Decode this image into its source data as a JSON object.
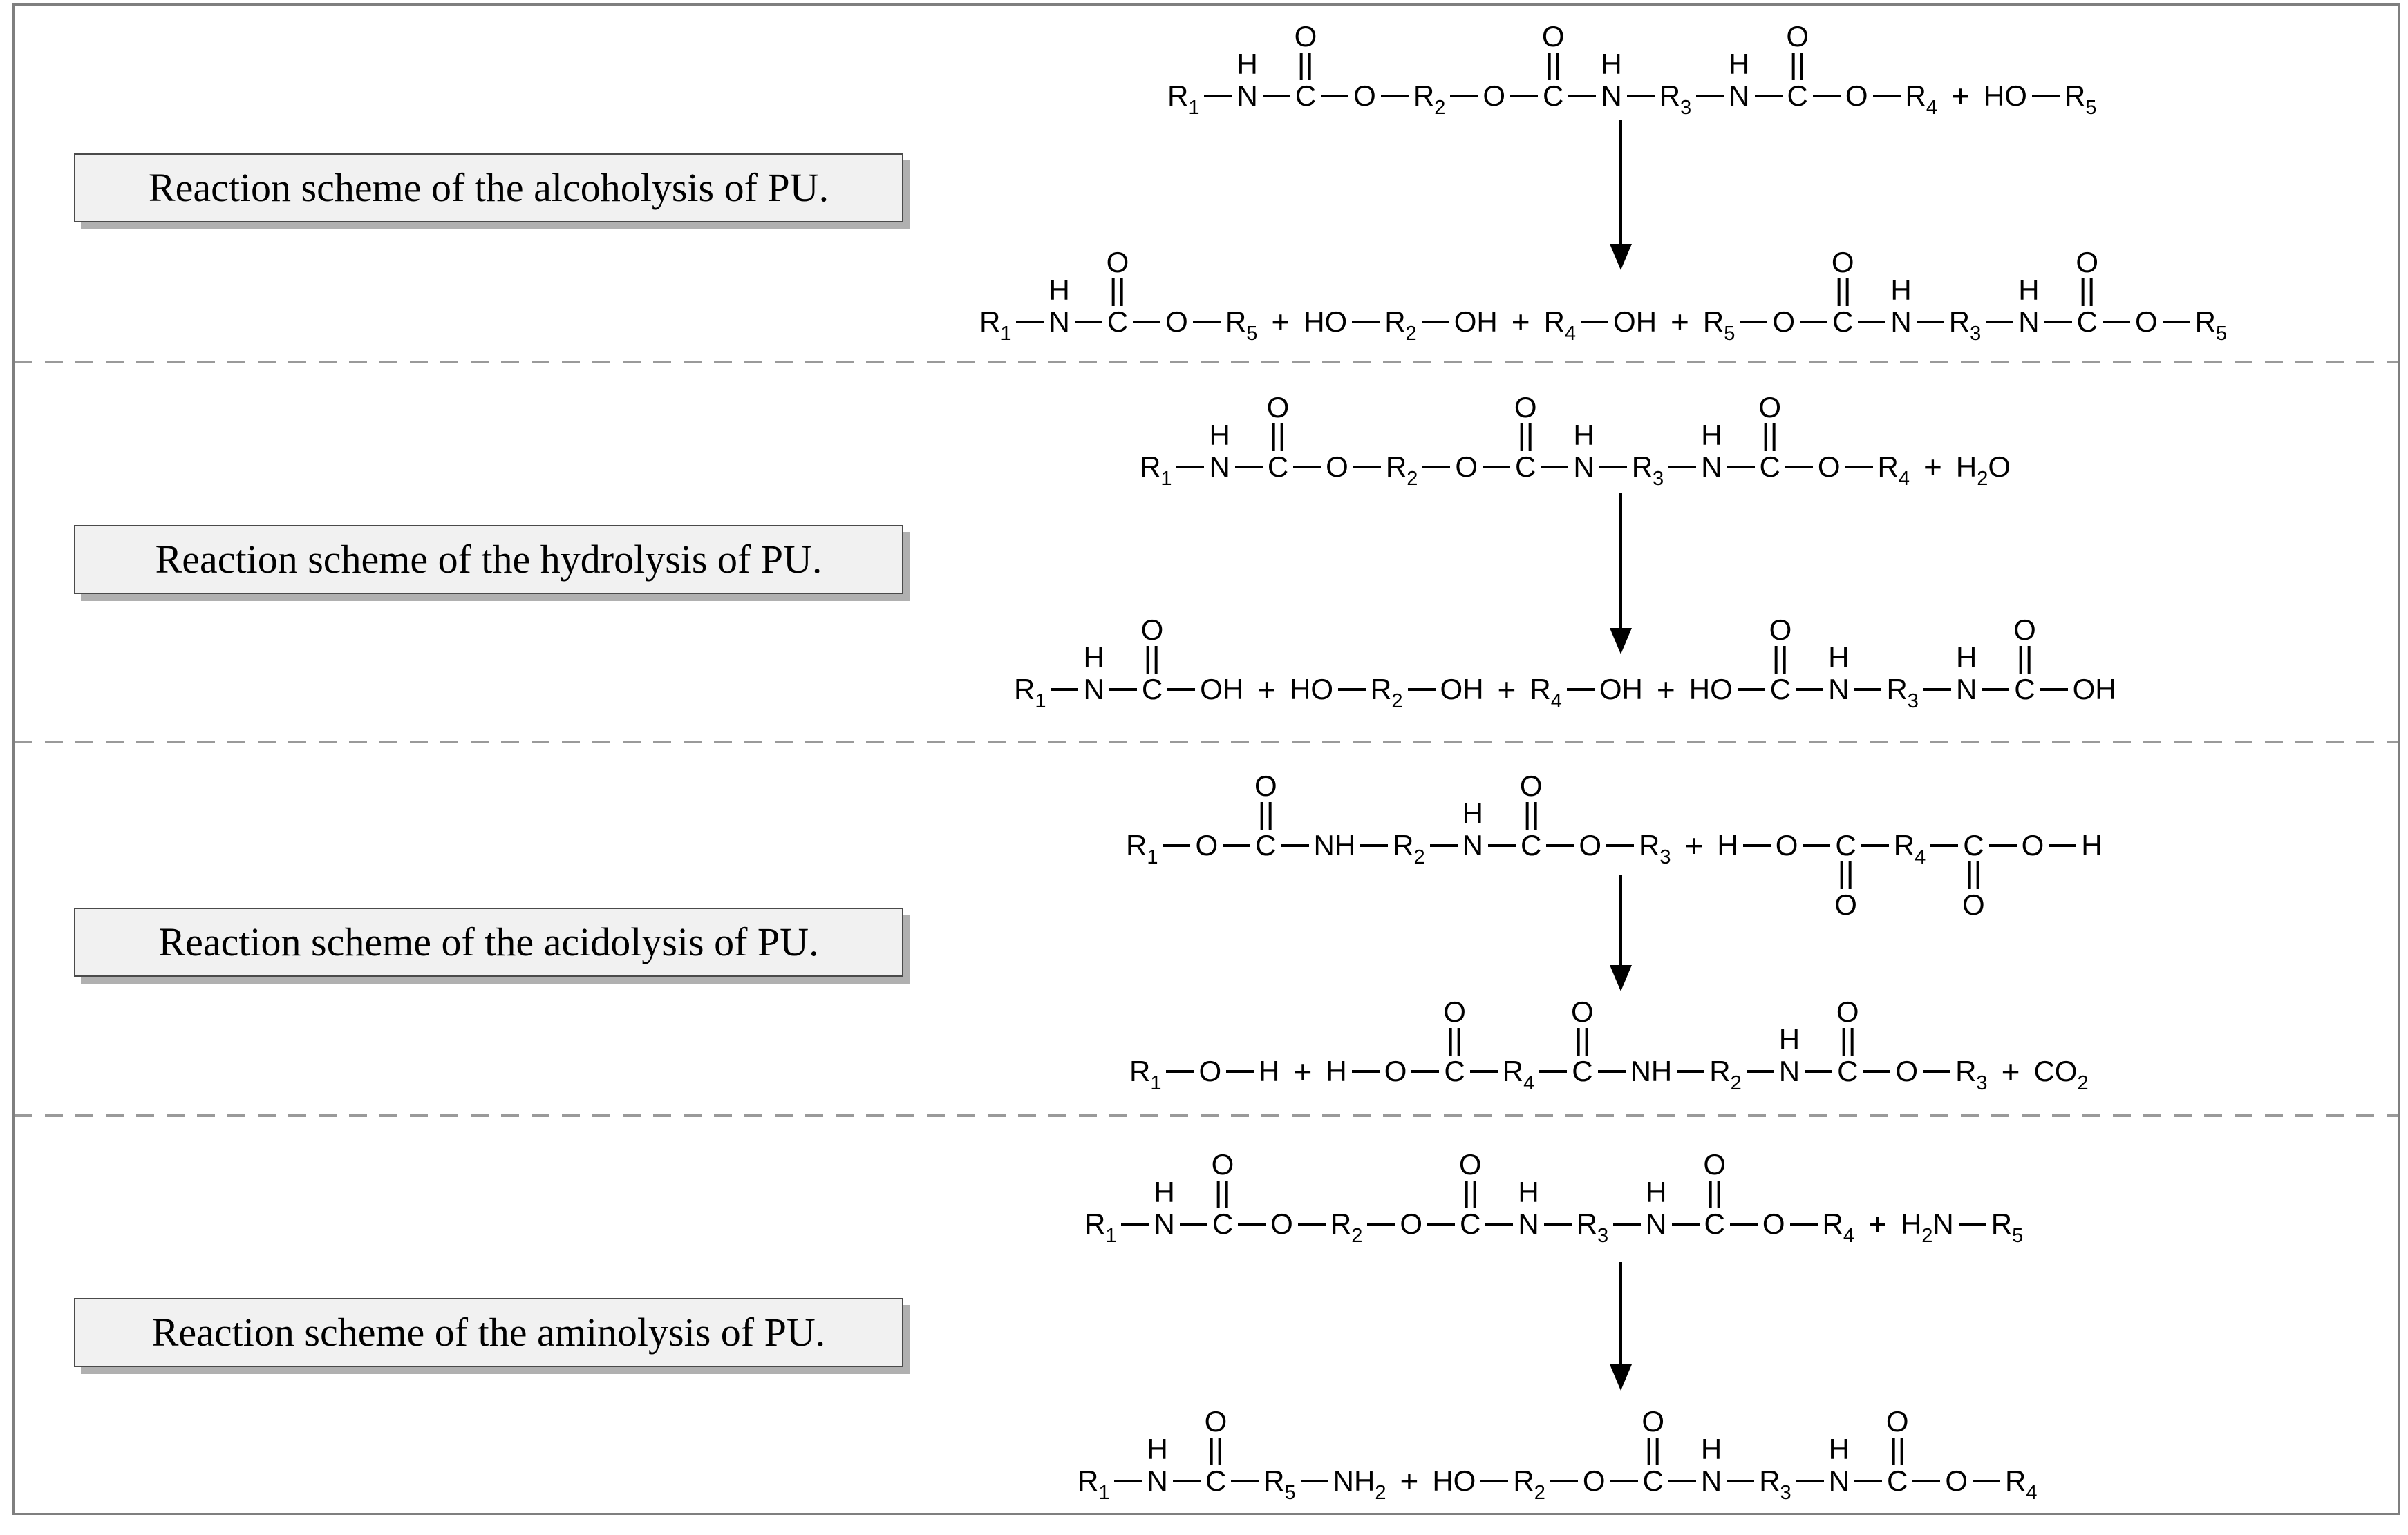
{
  "figure": {
    "description": "Reaction schemes of chemical degradation routes of polyurethane (PU)",
    "reaction_arrow_icon": "down-arrow",
    "colors": {
      "structure_ink": "#000000",
      "frame_border": "#7f7f7f",
      "label_background": "#f1f1f1",
      "label_border": "#4a4a4a",
      "label_shadow": "#b0b0b0",
      "separator_dash": "#9a9a9a"
    },
    "schemes": [
      {
        "id": "alcoholysis",
        "label": "Reaction scheme of the alcoholysis of PU.",
        "reactants": [
          {
            "t": "a",
            "s": "R_1_"
          },
          {
            "t": "b"
          },
          {
            "t": "a",
            "s": "N",
            "top": "H"
          },
          {
            "t": "b"
          },
          {
            "t": "a",
            "s": "C",
            "dtop": "O"
          },
          {
            "t": "b"
          },
          {
            "t": "a",
            "s": "O"
          },
          {
            "t": "b"
          },
          {
            "t": "a",
            "s": "R_2_"
          },
          {
            "t": "b"
          },
          {
            "t": "a",
            "s": "O"
          },
          {
            "t": "b"
          },
          {
            "t": "a",
            "s": "C",
            "dtop": "O"
          },
          {
            "t": "b"
          },
          {
            "t": "a",
            "s": "N",
            "top": "H"
          },
          {
            "t": "b"
          },
          {
            "t": "a",
            "s": "R_3_"
          },
          {
            "t": "b"
          },
          {
            "t": "a",
            "s": "N",
            "top": "H"
          },
          {
            "t": "b"
          },
          {
            "t": "a",
            "s": "C",
            "dtop": "O"
          },
          {
            "t": "b"
          },
          {
            "t": "a",
            "s": "O"
          },
          {
            "t": "b"
          },
          {
            "t": "a",
            "s": "R_4_"
          },
          {
            "t": "p"
          },
          {
            "t": "a",
            "s": "HO"
          },
          {
            "t": "b"
          },
          {
            "t": "a",
            "s": "R_5_"
          }
        ],
        "products": [
          {
            "t": "a",
            "s": "R_1_"
          },
          {
            "t": "b"
          },
          {
            "t": "a",
            "s": "N",
            "top": "H"
          },
          {
            "t": "b"
          },
          {
            "t": "a",
            "s": "C",
            "dtop": "O"
          },
          {
            "t": "b"
          },
          {
            "t": "a",
            "s": "O"
          },
          {
            "t": "b"
          },
          {
            "t": "a",
            "s": "R_5_"
          },
          {
            "t": "p"
          },
          {
            "t": "a",
            "s": "HO"
          },
          {
            "t": "b"
          },
          {
            "t": "a",
            "s": "R_2_"
          },
          {
            "t": "b"
          },
          {
            "t": "a",
            "s": "OH"
          },
          {
            "t": "p"
          },
          {
            "t": "a",
            "s": "R_4_"
          },
          {
            "t": "b"
          },
          {
            "t": "a",
            "s": "OH"
          },
          {
            "t": "p"
          },
          {
            "t": "a",
            "s": "R_5_"
          },
          {
            "t": "b"
          },
          {
            "t": "a",
            "s": "O"
          },
          {
            "t": "b"
          },
          {
            "t": "a",
            "s": "C",
            "dtop": "O"
          },
          {
            "t": "b"
          },
          {
            "t": "a",
            "s": "N",
            "top": "H"
          },
          {
            "t": "b"
          },
          {
            "t": "a",
            "s": "R_3_"
          },
          {
            "t": "b"
          },
          {
            "t": "a",
            "s": "N",
            "top": "H"
          },
          {
            "t": "b"
          },
          {
            "t": "a",
            "s": "C",
            "dtop": "O"
          },
          {
            "t": "b"
          },
          {
            "t": "a",
            "s": "O"
          },
          {
            "t": "b"
          },
          {
            "t": "a",
            "s": "R_5_"
          }
        ]
      },
      {
        "id": "hydrolysis",
        "label": "Reaction scheme of the hydrolysis of PU.",
        "reactants": [
          {
            "t": "a",
            "s": "R_1_"
          },
          {
            "t": "b"
          },
          {
            "t": "a",
            "s": "N",
            "top": "H"
          },
          {
            "t": "b"
          },
          {
            "t": "a",
            "s": "C",
            "dtop": "O"
          },
          {
            "t": "b"
          },
          {
            "t": "a",
            "s": "O"
          },
          {
            "t": "b"
          },
          {
            "t": "a",
            "s": "R_2_"
          },
          {
            "t": "b"
          },
          {
            "t": "a",
            "s": "O"
          },
          {
            "t": "b"
          },
          {
            "t": "a",
            "s": "C",
            "dtop": "O"
          },
          {
            "t": "b"
          },
          {
            "t": "a",
            "s": "N",
            "top": "H"
          },
          {
            "t": "b"
          },
          {
            "t": "a",
            "s": "R_3_"
          },
          {
            "t": "b"
          },
          {
            "t": "a",
            "s": "N",
            "top": "H"
          },
          {
            "t": "b"
          },
          {
            "t": "a",
            "s": "C",
            "dtop": "O"
          },
          {
            "t": "b"
          },
          {
            "t": "a",
            "s": "O"
          },
          {
            "t": "b"
          },
          {
            "t": "a",
            "s": "R_4_"
          },
          {
            "t": "p"
          },
          {
            "t": "a",
            "s": "H_2_O"
          }
        ],
        "products": [
          {
            "t": "a",
            "s": "R_1_"
          },
          {
            "t": "b"
          },
          {
            "t": "a",
            "s": "N",
            "top": "H"
          },
          {
            "t": "b"
          },
          {
            "t": "a",
            "s": "C",
            "dtop": "O"
          },
          {
            "t": "b"
          },
          {
            "t": "a",
            "s": "OH"
          },
          {
            "t": "p"
          },
          {
            "t": "a",
            "s": "HO"
          },
          {
            "t": "b"
          },
          {
            "t": "a",
            "s": "R_2_"
          },
          {
            "t": "b"
          },
          {
            "t": "a",
            "s": "OH"
          },
          {
            "t": "p"
          },
          {
            "t": "a",
            "s": "R_4_"
          },
          {
            "t": "b"
          },
          {
            "t": "a",
            "s": "OH"
          },
          {
            "t": "p"
          },
          {
            "t": "a",
            "s": "HO"
          },
          {
            "t": "b"
          },
          {
            "t": "a",
            "s": "C",
            "dtop": "O"
          },
          {
            "t": "b"
          },
          {
            "t": "a",
            "s": "N",
            "top": "H"
          },
          {
            "t": "b"
          },
          {
            "t": "a",
            "s": "R_3_"
          },
          {
            "t": "b"
          },
          {
            "t": "a",
            "s": "N",
            "top": "H"
          },
          {
            "t": "b"
          },
          {
            "t": "a",
            "s": "C",
            "dtop": "O"
          },
          {
            "t": "b"
          },
          {
            "t": "a",
            "s": "OH"
          }
        ]
      },
      {
        "id": "acidolysis",
        "label": "Reaction scheme of the acidolysis of PU.",
        "reactants": [
          {
            "t": "a",
            "s": "R_1_"
          },
          {
            "t": "b"
          },
          {
            "t": "a",
            "s": "O"
          },
          {
            "t": "b"
          },
          {
            "t": "a",
            "s": "C",
            "dtop": "O"
          },
          {
            "t": "b"
          },
          {
            "t": "a",
            "s": "NH"
          },
          {
            "t": "b"
          },
          {
            "t": "a",
            "s": "R_2_"
          },
          {
            "t": "b"
          },
          {
            "t": "a",
            "s": "N",
            "top": "H"
          },
          {
            "t": "b"
          },
          {
            "t": "a",
            "s": "C",
            "dtop": "O"
          },
          {
            "t": "b"
          },
          {
            "t": "a",
            "s": "O"
          },
          {
            "t": "b"
          },
          {
            "t": "a",
            "s": "R_3_"
          },
          {
            "t": "p"
          },
          {
            "t": "a",
            "s": "H"
          },
          {
            "t": "b"
          },
          {
            "t": "a",
            "s": "O"
          },
          {
            "t": "b"
          },
          {
            "t": "a",
            "s": "C",
            "dbot": "O"
          },
          {
            "t": "b"
          },
          {
            "t": "a",
            "s": "R_4_"
          },
          {
            "t": "b"
          },
          {
            "t": "a",
            "s": "C",
            "dbot": "O"
          },
          {
            "t": "b"
          },
          {
            "t": "a",
            "s": "O"
          },
          {
            "t": "b"
          },
          {
            "t": "a",
            "s": "H"
          }
        ],
        "products": [
          {
            "t": "a",
            "s": "R_1_"
          },
          {
            "t": "b"
          },
          {
            "t": "a",
            "s": "O"
          },
          {
            "t": "b"
          },
          {
            "t": "a",
            "s": "H"
          },
          {
            "t": "p"
          },
          {
            "t": "a",
            "s": "H"
          },
          {
            "t": "b"
          },
          {
            "t": "a",
            "s": "O"
          },
          {
            "t": "b"
          },
          {
            "t": "a",
            "s": "C",
            "dtop": "O"
          },
          {
            "t": "b"
          },
          {
            "t": "a",
            "s": "R_4_"
          },
          {
            "t": "b"
          },
          {
            "t": "a",
            "s": "C",
            "dtop": "O"
          },
          {
            "t": "b"
          },
          {
            "t": "a",
            "s": "NH"
          },
          {
            "t": "b"
          },
          {
            "t": "a",
            "s": "R_2_"
          },
          {
            "t": "b"
          },
          {
            "t": "a",
            "s": "N",
            "top": "H"
          },
          {
            "t": "b"
          },
          {
            "t": "a",
            "s": "C",
            "dtop": "O"
          },
          {
            "t": "b"
          },
          {
            "t": "a",
            "s": "O"
          },
          {
            "t": "b"
          },
          {
            "t": "a",
            "s": "R_3_"
          },
          {
            "t": "p"
          },
          {
            "t": "a",
            "s": "CO_2_"
          }
        ]
      },
      {
        "id": "aminolysis",
        "label": "Reaction scheme of the aminolysis of PU.",
        "reactants": [
          {
            "t": "a",
            "s": "R_1_"
          },
          {
            "t": "b"
          },
          {
            "t": "a",
            "s": "N",
            "top": "H"
          },
          {
            "t": "b"
          },
          {
            "t": "a",
            "s": "C",
            "dtop": "O"
          },
          {
            "t": "b"
          },
          {
            "t": "a",
            "s": "O"
          },
          {
            "t": "b"
          },
          {
            "t": "a",
            "s": "R_2_"
          },
          {
            "t": "b"
          },
          {
            "t": "a",
            "s": "O"
          },
          {
            "t": "b"
          },
          {
            "t": "a",
            "s": "C",
            "dtop": "O"
          },
          {
            "t": "b"
          },
          {
            "t": "a",
            "s": "N",
            "top": "H"
          },
          {
            "t": "b"
          },
          {
            "t": "a",
            "s": "R_3_"
          },
          {
            "t": "b"
          },
          {
            "t": "a",
            "s": "N",
            "top": "H"
          },
          {
            "t": "b"
          },
          {
            "t": "a",
            "s": "C",
            "dtop": "O"
          },
          {
            "t": "b"
          },
          {
            "t": "a",
            "s": "O"
          },
          {
            "t": "b"
          },
          {
            "t": "a",
            "s": "R_4_"
          },
          {
            "t": "p"
          },
          {
            "t": "a",
            "s": "H_2_N"
          },
          {
            "t": "b"
          },
          {
            "t": "a",
            "s": "R_5_"
          }
        ],
        "products": [
          {
            "t": "a",
            "s": "R_1_"
          },
          {
            "t": "b"
          },
          {
            "t": "a",
            "s": "N",
            "top": "H"
          },
          {
            "t": "b"
          },
          {
            "t": "a",
            "s": "C",
            "dtop": "O"
          },
          {
            "t": "b"
          },
          {
            "t": "a",
            "s": "R_5_"
          },
          {
            "t": "b"
          },
          {
            "t": "a",
            "s": "NH_2_"
          },
          {
            "t": "p"
          },
          {
            "t": "a",
            "s": "HO"
          },
          {
            "t": "b"
          },
          {
            "t": "a",
            "s": "R_2_"
          },
          {
            "t": "b"
          },
          {
            "t": "a",
            "s": "O"
          },
          {
            "t": "b"
          },
          {
            "t": "a",
            "s": "C",
            "dtop": "O"
          },
          {
            "t": "b"
          },
          {
            "t": "a",
            "s": "N",
            "top": "H"
          },
          {
            "t": "b"
          },
          {
            "t": "a",
            "s": "R_3_"
          },
          {
            "t": "b"
          },
          {
            "t": "a",
            "s": "N",
            "top": "H"
          },
          {
            "t": "b"
          },
          {
            "t": "a",
            "s": "C",
            "dtop": "O"
          },
          {
            "t": "b"
          },
          {
            "t": "a",
            "s": "O"
          },
          {
            "t": "b"
          },
          {
            "t": "a",
            "s": "R_4_"
          }
        ]
      }
    ]
  }
}
